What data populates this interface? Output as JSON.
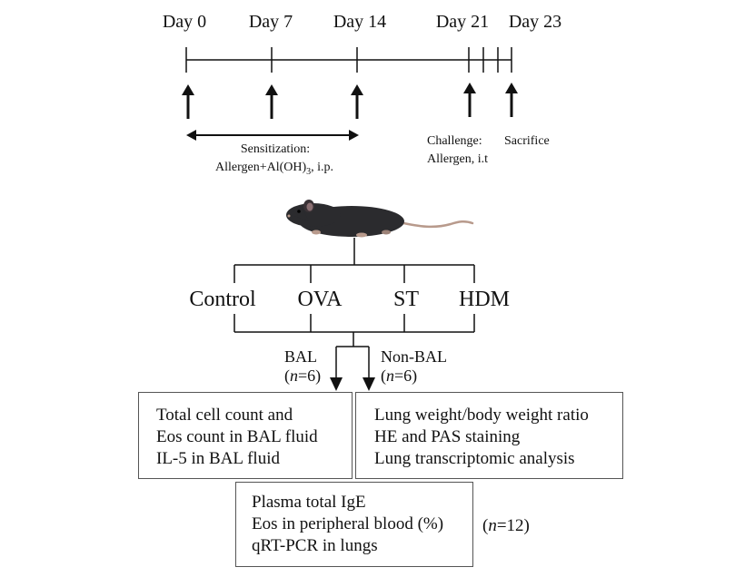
{
  "timeline": {
    "days": [
      "Day 0",
      "Day 7",
      "Day 14",
      "Day 21",
      "Day 23"
    ],
    "sensitization": {
      "title": "Sensitization:",
      "detail_prefix": "Allergen+Al(OH)",
      "detail_sub": "3",
      "detail_suffix": ", i.p."
    },
    "challenge": {
      "line1": "Challenge:",
      "line2": "Allergen, i.t"
    },
    "sacrifice": "Sacrifice"
  },
  "groups": [
    "Control",
    "OVA",
    "ST",
    "HDM"
  ],
  "split": {
    "bal": {
      "label": "BAL",
      "n_open": "(",
      "n_var": "n",
      "n_close": "=6)"
    },
    "non_bal": {
      "label": "Non-BAL",
      "n_open": "(",
      "n_var": "n",
      "n_close": "=6)"
    }
  },
  "boxes": {
    "bal": [
      "Total cell count and",
      "Eos count in BAL fluid",
      "IL-5 in BAL fluid"
    ],
    "non_bal": [
      "Lung weight/body weight ratio",
      "HE and PAS staining",
      "Lung transcriptomic analysis"
    ],
    "blood": [
      "Plasma total IgE",
      "Eos in peripheral blood (%)",
      "qRT-PCR in lungs"
    ]
  },
  "total_n": {
    "n_open": "(",
    "n_var": "n",
    "n_close": "=12)"
  },
  "colors": {
    "ink": "#111111",
    "box_border": "#555555",
    "mouse_body": "#2b2b2e",
    "mouse_tail": "#b89a8c"
  }
}
